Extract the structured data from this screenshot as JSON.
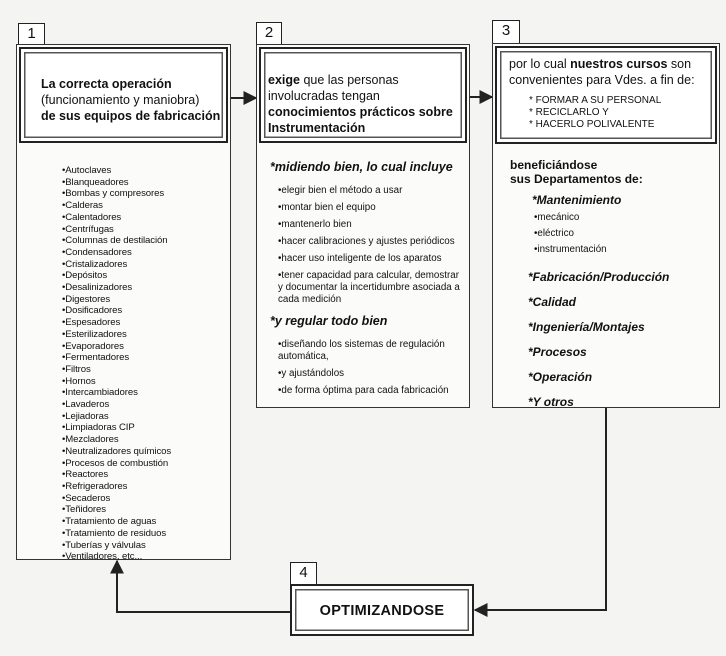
{
  "box1": {
    "number": "1",
    "header_line1": "La correcta operación",
    "header_line2": "(funcionamiento y maniobra)",
    "header_line3": "de sus equipos de fabricación",
    "equipment": [
      "•Autoclaves",
      "•Blanqueadores",
      "•Bombas y compresores",
      "•Calderas",
      "•Calentadores",
      "•Centrífugas",
      "•Columnas de destilación",
      "•Condensadores",
      "•Cristalizadores",
      "•Depósitos",
      "•Desalinizadores",
      "•Digestores",
      "•Dosificadores",
      "•Espesadores",
      "•Esterilizadores",
      "•Evaporadores",
      "•Fermentadores",
      "•Filtros",
      "•Hornos",
      "•Intercambiadores",
      "•Lavaderos",
      "•Lejiadoras",
      "•Limpiadoras CIP",
      "•Mezcladores",
      "•Neutralizadores químicos",
      "•Procesos de combustión",
      "•Reactores",
      "•Refrigeradores",
      "•Secaderos",
      "•Teñidores",
      "•Tratamiento de aguas",
      "•Tratamiento de residuos",
      "•Tuberías y válvulas",
      "•Ventiladores, etc..."
    ]
  },
  "box2": {
    "number": "2",
    "header_pre": "exige",
    "header_mid": " que las personas involucradas tengan ",
    "header_bold": "conocimientos prácticos sobre Instrumentación",
    "section1_title": "*midiendo bien, lo cual incluye",
    "section1_items": [
      "•elegir bien el método a usar",
      "•montar bien el equipo",
      "•mantenerlo bien",
      "•hacer calibraciones y ajustes periódicos",
      "•hacer uso inteligente de los aparatos",
      "•tener capacidad para calcular, demostrar y documentar la incertidumbre asociada a cada medición"
    ],
    "section2_title": "*y regular todo bien",
    "section2_items": [
      "•diseñando los sistemas de regulación automática,",
      "•y ajustándolos",
      "•de forma óptima para cada fabricación"
    ]
  },
  "box3": {
    "number": "3",
    "header_pre": "por lo cual ",
    "header_bold": "nuestros cursos",
    "header_post": " son convenientes para Vdes. a fin de:",
    "goals": [
      "* FORMAR A SU PERSONAL",
      "* RECICLARLO Y",
      "* HACERLO POLIVALENTE"
    ],
    "benefit_line1": "beneficiándose",
    "benefit_line2": "sus Departamentos de:",
    "departments": [
      {
        "title": "*Mantenimiento",
        "subs": [
          "•mecánico",
          "•eléctrico",
          "•instrumentación"
        ]
      },
      {
        "title": "*Fabricación/Producción",
        "subs": []
      },
      {
        "title": "*Calidad",
        "subs": []
      },
      {
        "title": "*Ingeniería/Montajes",
        "subs": []
      },
      {
        "title": "*Procesos",
        "subs": []
      },
      {
        "title": "*Operación",
        "subs": []
      },
      {
        "title": "*Y otros",
        "subs": []
      }
    ]
  },
  "box4": {
    "number": "4",
    "label": "OPTIMIZANDOSE"
  }
}
